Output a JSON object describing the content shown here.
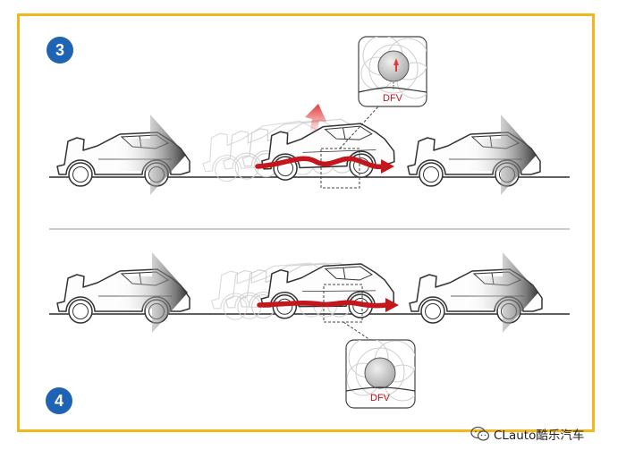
{
  "steps": [
    {
      "number": "3",
      "zoom_label": "DFV"
    },
    {
      "number": "4",
      "zoom_label": "DFV"
    }
  ],
  "watermark": {
    "text": "CLauto酷乐汽车",
    "icon": "wechat-icon"
  },
  "colors": {
    "frame": "#f2b71a",
    "badge": "#1f63b4",
    "arrow": "#c4161c",
    "car_outline": "#333333",
    "ghost_outline": "#c8c8c8"
  }
}
